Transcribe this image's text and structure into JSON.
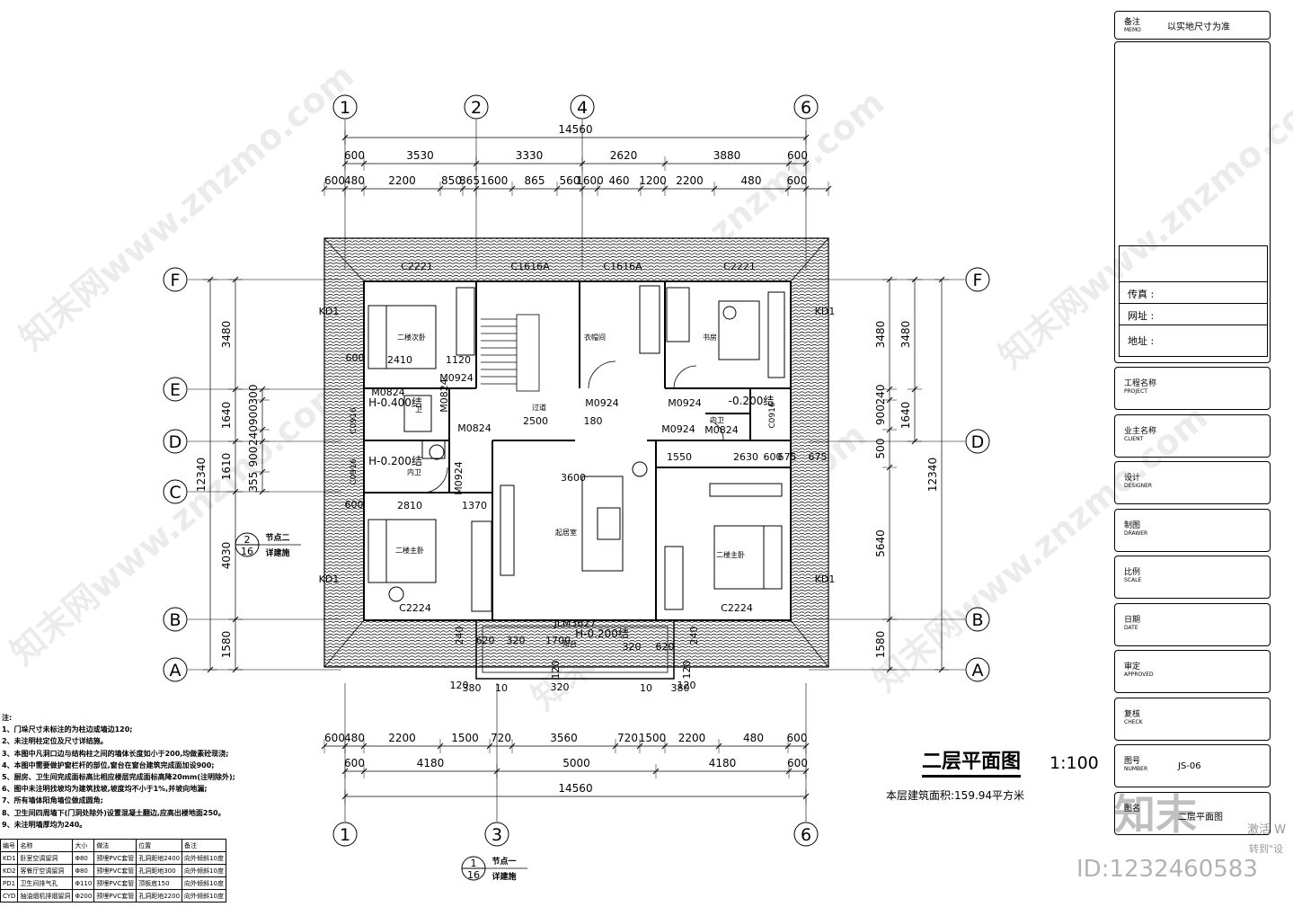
{
  "axes_top": [
    "1",
    "2",
    "4",
    "6"
  ],
  "axes_bottom": [
    "1",
    "3",
    "6"
  ],
  "axes_rows": [
    "F",
    "E",
    "D",
    "C",
    "B",
    "A"
  ],
  "dim_top_total": "14560",
  "dim_top_mid": [
    "600",
    "3530",
    "3330",
    "2620",
    "3880",
    "600"
  ],
  "dim_top_fine": [
    "600",
    "480",
    "2200",
    "850",
    "865",
    "1600",
    "865",
    "560",
    "1600",
    "460",
    "1200",
    "2200",
    "480",
    "600"
  ],
  "dim_bot_fine": [
    "600",
    "480",
    "2200",
    "1500",
    "720",
    "3560",
    "720",
    "1500",
    "2200",
    "480",
    "600"
  ],
  "dim_bot_mid": [
    "600",
    "4180",
    "5000",
    "4180",
    "600"
  ],
  "dim_bot_total": "14560",
  "dim_left_outer": [
    "3480",
    "1640",
    "1610",
    "4030",
    "1580"
  ],
  "dim_left_total": "12340",
  "dim_left_inner": [
    "300",
    "900",
    "240",
    "900",
    "355"
  ],
  "dim_left_inner2": [
    "355"
  ],
  "dim_right_inner": [
    "3480",
    "240",
    "900",
    "500",
    "5640",
    "1580"
  ],
  "dim_right_outer": [
    "3480",
    "1640"
  ],
  "dim_right_total": "12340",
  "windows": [
    "C2221",
    "C1616A",
    "C1616A",
    "C2221",
    "C2224",
    "C2224"
  ],
  "doors": [
    "M0924",
    "M0824",
    "M0924",
    "M0924",
    "M0824",
    "M0924",
    "M0824",
    "M0924",
    "M0824",
    "JLM3627"
  ],
  "kd": [
    "KD1",
    "KD1",
    "KD1",
    "KD1"
  ],
  "rooms": {
    "br1": "二楼次卧",
    "cloak": "衣帽间",
    "study": "书房",
    "corr": "过道",
    "wc1": "卫",
    "wc2": "内卫",
    "wc3": "内卫",
    "lounge": "起居室",
    "br2": "二楼主卧",
    "br3": "二楼主卧",
    "balc": "阳台"
  },
  "levels": [
    "H-0.400结",
    "H-0.200结",
    "H-0.200结",
    "-0.200结"
  ],
  "misc_dims": [
    "2410",
    "1120",
    "600",
    "2500",
    "180",
    "2810",
    "1370",
    "3600",
    "1550",
    "2630",
    "600",
    "675",
    "675",
    "600",
    "620",
    "320",
    "1700",
    "320",
    "620",
    "120",
    "380",
    "10",
    "320",
    "10",
    "380",
    "120",
    "240",
    "120",
    "120",
    "240",
    "C0916",
    "C0916",
    "C0916"
  ],
  "detail2": {
    "num": "2",
    "sheet": "16",
    "label1": "节点二",
    "label2": "详建施"
  },
  "detail1": {
    "num": "1",
    "sheet": "16",
    "label1": "节点一",
    "label2": "详建施"
  },
  "notes": {
    "title": "注:",
    "items": [
      "1、门垛尺寸未标注的为柱边或墙边120;",
      "2、未注明柱定位及尺寸详结施。",
      "3、本图中凡洞口边与结构柱之间的墙体长度如小于200,均做素砼现浇;",
      "4、本图中需要做护窗栏杆的部位,窗台在窗台建筑完成面加设900;",
      "5、厨房、卫生间完成面标高比相应楼层完成面标高降20mm(注明除外);",
      "6、图中未注明找坡均为建筑找坡,坡度均不小于1%,并坡向地漏;",
      "7、所有墙体阳角墙位做成圆角;",
      "8、卫生间四周墙下(门洞处除外)设置混凝土翻边,应高出楼地面250。",
      "9、未注明墙厚均为240。"
    ]
  },
  "legend": {
    "header": [
      "编号",
      "名称",
      "大小",
      "做法",
      "位置",
      "备注"
    ],
    "rows": [
      [
        "KD1",
        "卧室空调留洞",
        "Φ80",
        "预埋PVC套管",
        "孔洞距地2400",
        "向外倾斜10度"
      ],
      [
        "KD2",
        "客餐厅空调留洞",
        "Φ80",
        "预埋PVC套管",
        "孔洞距地300",
        "向外倾斜10度"
      ],
      [
        "PD1",
        "卫生间排气孔",
        "Φ110",
        "预埋PVC套管",
        "顶板底150",
        "向外倾斜10度"
      ],
      [
        "CYD",
        "抽油烟机排烟留洞",
        "Φ200",
        "预埋PVC套管",
        "孔洞距地2200",
        "向外倾斜10度"
      ]
    ]
  },
  "title_block": {
    "memo_label": "备注",
    "memo_en": "MEMO",
    "memo_value": "以实地尺寸为准",
    "fax": "传真",
    "web": "网址",
    "addr": "地址",
    "colon": ":",
    "fields": [
      {
        "cn": "工程名称",
        "en": "PROJECT",
        "value": ""
      },
      {
        "cn": "业主名称",
        "en": "CLIENT",
        "value": ""
      },
      {
        "cn": "设计",
        "en": "DESIGNER",
        "value": ""
      },
      {
        "cn": "制图",
        "en": "DRAWER",
        "value": ""
      },
      {
        "cn": "比例",
        "en": "SCALE",
        "value": ""
      },
      {
        "cn": "日期",
        "en": "DATE",
        "value": ""
      },
      {
        "cn": "审定",
        "en": "APPROVED",
        "value": ""
      },
      {
        "cn": "复核",
        "en": "CHECK",
        "value": ""
      },
      {
        "cn": "图号",
        "en": "NUMBER",
        "value": "JS-06"
      },
      {
        "cn": "图名",
        "en": "",
        "value": "二层平面图"
      }
    ]
  },
  "drawing_title": "二层平面图",
  "drawing_scale": "1:100",
  "floor_area": "本层建筑面积:159.94平方米",
  "watermark": "知末网www.znzmo.com",
  "logo": "知末",
  "activate": "激活 W",
  "activate2": "转到\"设",
  "image_id": "ID:1232460583"
}
